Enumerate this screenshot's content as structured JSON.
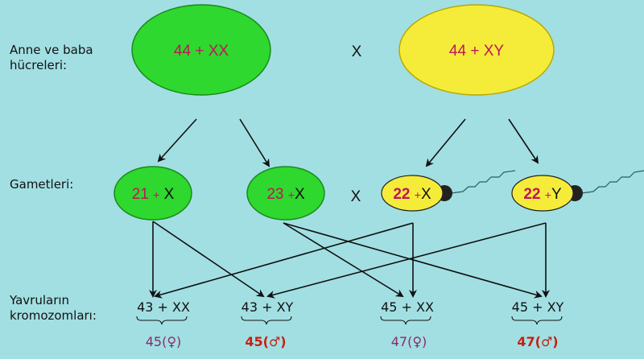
{
  "labels": {
    "parents_line1": "Anne ve baba",
    "parents_line2": "hücreleri:",
    "gametes": "Gametleri:",
    "offspring_line1": "Yavruların",
    "offspring_line2": "kromozomları:"
  },
  "cross_symbol": "X",
  "parents": {
    "mother": {
      "num": "44",
      "sex": "+ XX",
      "color": "#2ed82e"
    },
    "father": {
      "num": "44",
      "sex": "+ XY",
      "color": "#f5ec3a"
    }
  },
  "gametes": [
    {
      "num": "21",
      "plus": "+",
      "sex": "X"
    },
    {
      "num": "23",
      "plus": "+",
      "sex": "X"
    },
    {
      "num": "22",
      "plus": "+",
      "sex": "X"
    },
    {
      "num": "22",
      "plus": "+",
      "sex": "Y"
    }
  ],
  "offspring": [
    {
      "karyotype": "43 + XX",
      "total": "45",
      "sex_symbol": "(♀)",
      "color": "#8a2a6e"
    },
    {
      "karyotype": "43 + XY",
      "total": "45",
      "sex_symbol": "(♂)",
      "color": "#c81e10"
    },
    {
      "karyotype": "45 + XX",
      "total": "47",
      "sex_symbol": "(♀)",
      "color": "#8a2a6e"
    },
    {
      "karyotype": "45 + XY",
      "total": "47",
      "sex_symbol": "(♂)",
      "color": "#c81e10"
    }
  ]
}
